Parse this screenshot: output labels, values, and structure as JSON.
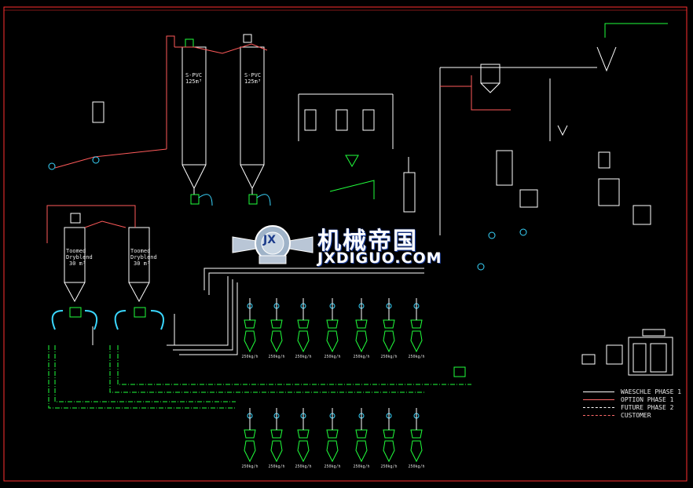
{
  "labels": {
    "spvc1": "S-PVC",
    "spvc1_vol": "125m³",
    "spvc2": "S-PVC",
    "spvc2_vol": "125m³",
    "dryblend1": "Toomed\nDryblend",
    "dryblend1_vol": "30 m³",
    "dryblend2": "Toomed\nDryblend",
    "dryblend2_vol": "30 m³"
  },
  "small_captions": {
    "scales_top": [
      "250kg/h",
      "250kg/h",
      "250kg/h",
      "250kg/h",
      "250kg/h",
      "250kg/h",
      "250kg/h"
    ],
    "scales_bottom": [
      "250kg/h",
      "250kg/h",
      "250kg/h",
      "250kg/h",
      "250kg/h",
      "250kg/h",
      "250kg/h"
    ]
  },
  "legend": [
    {
      "text": "WAESCHLE PHASE 1",
      "color": "#ffffff",
      "style": "solid"
    },
    {
      "text": "OPTION PHASE 1",
      "color": "#ff6a6a",
      "style": "solid"
    },
    {
      "text": "FUTURE PHASE 2",
      "color": "#ffffff",
      "style": "dashdot"
    },
    {
      "text": "CUSTOMER",
      "color": "#ff6a6a",
      "style": "dashed"
    }
  ],
  "watermark": {
    "chinese": "机械帝国",
    "latin": "JXDIGUO.COM",
    "emblem": "JX"
  },
  "colors": {
    "background": "#000000",
    "equipment": "#21ff3c",
    "pipe_red": "#ff5a5a",
    "pipe_white": "#ffffff",
    "instrument": "#3ad7ff",
    "frame": "#ff3030"
  }
}
